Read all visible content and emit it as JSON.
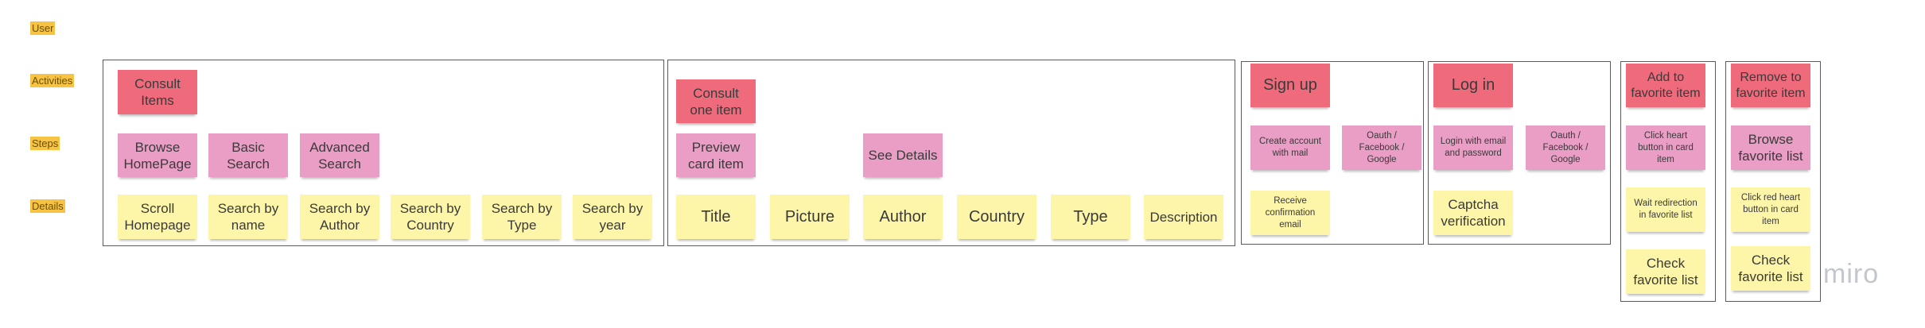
{
  "rows": {
    "user": "User",
    "activities": "Activities",
    "steps": "Steps",
    "details": "Details"
  },
  "logo": "miro",
  "consult_items": {
    "activity": "Consult Items",
    "steps": [
      "Browse HomePage",
      "Basic Search",
      "Advanced Search"
    ],
    "details": [
      "Scroll Homepage",
      "Search by name",
      "Search by Author",
      "Search by Country",
      "Search by Type",
      "Search by year"
    ]
  },
  "consult_one_item": {
    "activity": "Consult one item",
    "steps": [
      "Preview card item",
      "See Details"
    ],
    "details": [
      "Title",
      "Picture",
      "Author",
      "Country",
      "Type",
      "Description"
    ]
  },
  "sign_up": {
    "activity": "Sign up",
    "steps": [
      "Create account with mail",
      "Oauth / Facebook / Google"
    ],
    "details": [
      "Receive confirmation email"
    ]
  },
  "log_in": {
    "activity": "Log in",
    "steps": [
      "Login with email and password",
      "Oauth / Facebook / Google"
    ],
    "details": [
      "Captcha verification"
    ]
  },
  "add_favorite": {
    "activity": "Add to favorite item",
    "steps": [
      "Click heart button in card item"
    ],
    "details": [
      "Wait redirection in favorite list",
      "Check favorite list"
    ]
  },
  "remove_favorite": {
    "activity": "Remove to favorite item",
    "steps": [
      "Browse favorite list"
    ],
    "details": [
      "Click red heart button in card item",
      "Check favorite list"
    ]
  }
}
